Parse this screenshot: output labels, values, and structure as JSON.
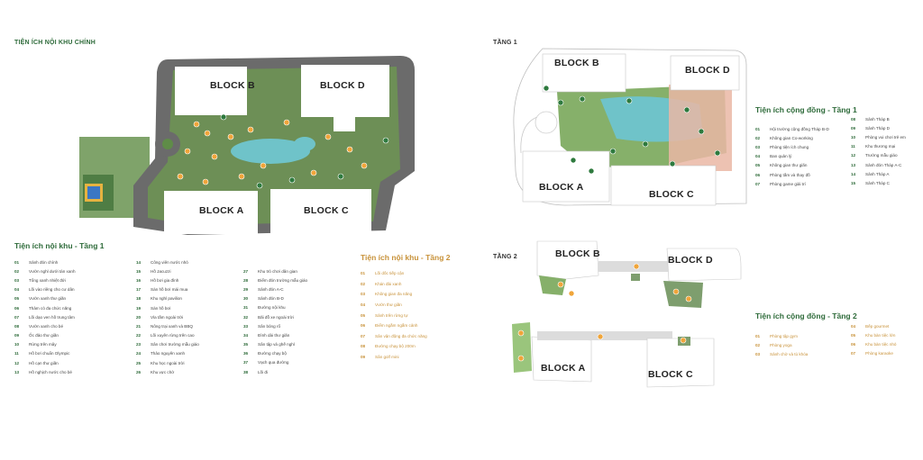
{
  "main_plan": {
    "title": "TIỆN ÍCH NỘI KHU CHÍNH",
    "blocks": [
      "BLOCK B",
      "BLOCK D",
      "BLOCK A",
      "BLOCK C"
    ]
  },
  "floor1_plan": {
    "title": "TẦNG 1",
    "blocks": [
      "BLOCK B",
      "BLOCK D",
      "BLOCK A",
      "BLOCK C"
    ]
  },
  "floor2_plan": {
    "title": "TẦNG 2",
    "blocks": [
      "BLOCK B",
      "BLOCK D",
      "BLOCK A",
      "BLOCK C"
    ]
  },
  "legend_internal_floor1": {
    "heading": "Tiện ích nội khu - Tầng 1",
    "col1": [
      {
        "num": "01",
        "label": "Sảnh đón chính"
      },
      {
        "num": "02",
        "label": "Vườn nghỉ dưới tán xanh"
      },
      {
        "num": "03",
        "label": "Tổng xanh nhiệt đới"
      },
      {
        "num": "04",
        "label": "Lối vào riêng cho cư dân"
      },
      {
        "num": "05",
        "label": "Vườn xanh thư giãn"
      },
      {
        "num": "06",
        "label": "Thảm cỏ đa chức năng"
      },
      {
        "num": "07",
        "label": "Lối dạo ven hồ trung tâm"
      },
      {
        "num": "08",
        "label": "Vườn xanh cho bé"
      },
      {
        "num": "09",
        "label": "Ốc đảo thư giãn"
      },
      {
        "num": "10",
        "label": "Rừng trên mây"
      },
      {
        "num": "11",
        "label": "Hồ bơi chuẩn Olympic"
      },
      {
        "num": "12",
        "label": "Hồ cạn thư giãn"
      },
      {
        "num": "13",
        "label": "Hồ nghịch nước cho bé"
      }
    ],
    "col2": [
      {
        "num": "14",
        "label": "Công viên nước nhỏ"
      },
      {
        "num": "15",
        "label": "Hồ Jacuzzi"
      },
      {
        "num": "16",
        "label": "Hồ bơi gia đình"
      },
      {
        "num": "17",
        "label": "Sàn hồ bơi mái mua"
      },
      {
        "num": "18",
        "label": "Khu nghỉ pavilion"
      },
      {
        "num": "19",
        "label": "Sàn hồ bơi"
      },
      {
        "num": "20",
        "label": "Vỉa tắm ngoài trời"
      },
      {
        "num": "21",
        "label": "Nông trại xanh và BBQ"
      },
      {
        "num": "22",
        "label": "Lối xuyên rừng trên cao"
      },
      {
        "num": "23",
        "label": "Sân chơi trường mẫu giáo"
      },
      {
        "num": "24",
        "label": "Thảo nguyên xanh"
      },
      {
        "num": "25",
        "label": "Khu học ngoài trời"
      },
      {
        "num": "26",
        "label": "Khu vực chờ"
      }
    ],
    "col3": [
      {
        "num": "27",
        "label": "Khu trò chơi dân gian"
      },
      {
        "num": "28",
        "label": "Điểm đón trường mẫu giáo"
      },
      {
        "num": "29",
        "label": "Sảnh đón A-C"
      },
      {
        "num": "30",
        "label": "Sảnh đón B-D"
      },
      {
        "num": "31",
        "label": "Đường nội khu"
      },
      {
        "num": "32",
        "label": "Bãi đỗ xe ngoài trời"
      },
      {
        "num": "33",
        "label": "Sân bóng rổ"
      },
      {
        "num": "34",
        "label": "Đình dài thư giãn"
      },
      {
        "num": "35",
        "label": "Sân tập và ghế nghỉ"
      },
      {
        "num": "36",
        "label": "Đường chạy bộ"
      },
      {
        "num": "37",
        "label": "Vạch qua đường"
      },
      {
        "num": "38",
        "label": "Lối đi"
      }
    ]
  },
  "legend_internal_floor2": {
    "heading": "Tiện ích nội khu - Tầng 2",
    "items": [
      {
        "num": "01",
        "label": "Lối dốc tiếp cận"
      },
      {
        "num": "02",
        "label": "Khán đài xanh"
      },
      {
        "num": "03",
        "label": "Không gian đa năng"
      },
      {
        "num": "04",
        "label": "Vườn thư giãn"
      },
      {
        "num": "05",
        "label": "Sảnh trên rừng tự"
      },
      {
        "num": "06",
        "label": "Điểm ngắm ngắm cảnh"
      },
      {
        "num": "07",
        "label": "Sân vận động đa chức năng"
      },
      {
        "num": "08",
        "label": "Đường chạy bộ 200m"
      },
      {
        "num": "09",
        "label": "Sân golf mini"
      }
    ]
  },
  "legend_community_floor1": {
    "heading": "Tiện ích cộng đồng - Tầng 1",
    "col1": [
      {
        "num": "01",
        "label": "Hội trường cộng đồng Tháp B-D"
      },
      {
        "num": "02",
        "label": "Không gian Co-working"
      },
      {
        "num": "03",
        "label": "Phòng tiện ích chung"
      },
      {
        "num": "04",
        "label": "Ban quản lý"
      },
      {
        "num": "05",
        "label": "Không gian thư giãn"
      },
      {
        "num": "06",
        "label": "Phòng tắm và thay đồ"
      },
      {
        "num": "07",
        "label": "Phòng game giải trí"
      }
    ],
    "col2": [
      {
        "num": "08",
        "label": "Sảnh Tháp B"
      },
      {
        "num": "09",
        "label": "Sảnh Tháp D"
      },
      {
        "num": "10",
        "label": "Phòng vui chơi trẻ em"
      },
      {
        "num": "11",
        "label": "Khu thương mại"
      },
      {
        "num": "12",
        "label": "Trường mẫu giáo"
      },
      {
        "num": "13",
        "label": "Sảnh đón Tháp A-C"
      },
      {
        "num": "14",
        "label": "Sảnh Tháp A"
      },
      {
        "num": "15",
        "label": "Sảnh Tháp C"
      }
    ]
  },
  "legend_community_floor2": {
    "heading": "Tiện ích cộng đồng - Tầng 2",
    "col1": [
      {
        "num": "01",
        "label": "Phòng tập gym"
      },
      {
        "num": "02",
        "label": "Phòng yoga"
      },
      {
        "num": "03",
        "label": "Sảnh chờ và tủ khóa"
      }
    ],
    "col2": [
      {
        "num": "04",
        "label": "Bếp gourmet"
      },
      {
        "num": "05",
        "label": "Khu bàn tiệc lớn"
      },
      {
        "num": "06",
        "label": "Khu bàn tiệc nhỏ"
      },
      {
        "num": "07",
        "label": "Phòng karaoke"
      }
    ]
  },
  "colors": {
    "brand_green": "#2e6b3a",
    "gold": "#c8923a",
    "marker_orange": "#f0a53a",
    "road_gray": "#6b6b6b",
    "pool_teal": "#6fc3c9",
    "retail_pink": "#eab7a4"
  }
}
